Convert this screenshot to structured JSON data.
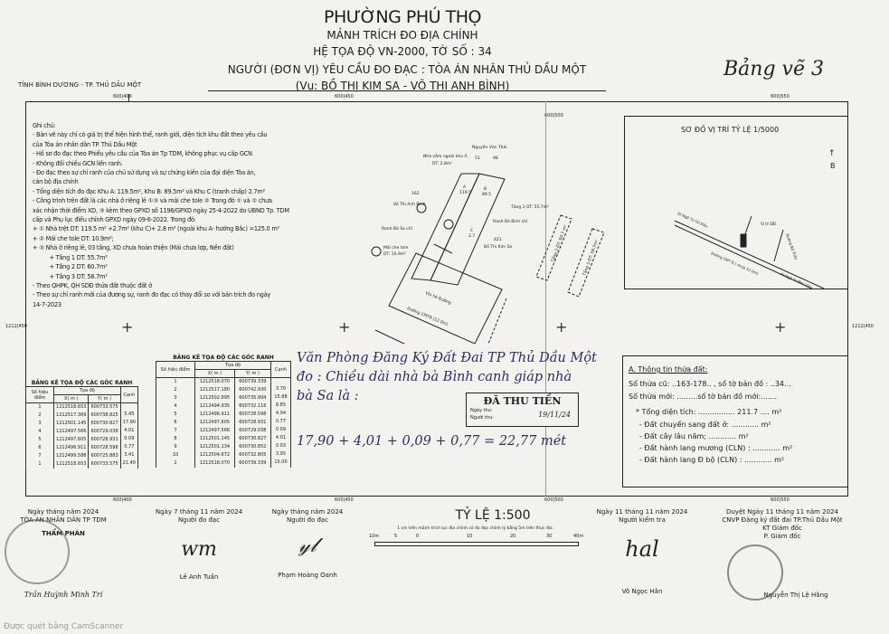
{
  "header": {
    "ward": "PHƯỜNG PHÚ THỌ",
    "doc_type": "MẢNH TRÍCH ĐO ĐỊA CHÍNH",
    "coord_system": "HỆ TỌA ĐỘ VN-2000, TỜ SỐ : 34",
    "requester": "NGƯỜI (ĐƠN VỊ) YÊU CẦU ĐO ĐẠC : TÒA ÁN NHÂN THỦ DẦU MỘT",
    "case": "(Vụ: BỒ THỊ KIM SA - VÕ THỊ ANH BÌNH)",
    "province": "TỈNH BÌNH DƯƠNG   - TP. THỦ DẦU MỘT",
    "handwritten_label": "Bảng vẽ 3"
  },
  "grid": {
    "top": [
      "600|400",
      "600|450",
      "600|500",
      "600|550"
    ],
    "bottom": [
      "600|400",
      "600|450",
      "600|500",
      "600|550"
    ],
    "left": "1212|450",
    "right": "1212|450"
  },
  "notes": {
    "title": "Ghi chú:",
    "lines": [
      "- Bản vẽ này chỉ có giá trị thể hiện hình thể, ranh giới, diện tích khu đất theo yêu cầu",
      "của Tòa án nhân dân TP. Thủ Dầu Một",
      "- Hồ sơ đo đạc theo Phiếu yêu cầu của Tòa án Tp TDM, không phục vụ cấp GCN",
      "- Không đối chiếu GCN liền ranh.",
      "- Đo đạc theo sự chỉ ranh của chủ sử dụng và sự chứng kiến của đại diện Tòa án,",
      "cán bộ địa chính",
      "- Tổng diện tích đo đạc Khu A: 119.5m², Khu B: 89.5m² và Khu C (tranh chấp) 2.7m²",
      "- Công trình trên đất là các nhà ở riêng lẻ ①③ và mái che tole ② Trong đó ① và ② chưa",
      "xác nhận thời điểm XD, ③ kèm theo GPXD số 1196/GPXD ngày 25-4-2022 do UBND Tp. TDM",
      "cấp và Phụ lục điều chỉnh GPXD ngày 09-6-2022. Trong đó:",
      "+ ① Nhà trệt DT: 119.5 m² +2.7m² (khu C)+ 2.8 m² (ngoài khu A- hướng Bắc) =125.0 m²",
      "+ ② Mái che tole DT: 10.9m²;",
      "+ ③ Nhà ở riêng lẻ, 03 tầng, XD chưa hoàn thiện (Mái chưa lợp, Nền đất)",
      "          + Tầng 1 DT: 55.7m²",
      "          + Tầng 2 DT: 60.7m²",
      "          + Tầng 3 DT: 58.7m²",
      "- Theo QHPK, QH SDĐ thửa đất thuộc đất ở",
      "- Theo sự chỉ ranh mới của đương sự, ranh đo đạc có thay đổi so với bản trích đo ngày",
      "14-7-2023"
    ]
  },
  "map": {
    "labels": {
      "neighbor_north": "Nguyễn Văn Thái",
      "parcel_north": "51",
      "parcel_north2": "98",
      "outside_a": "Nhà nằm ngoài khu A",
      "outside_a_area": "DT: 2.8m²",
      "parcel_west": "162",
      "owner_west": "Võ Thị Anh Bình",
      "zone_a": "A",
      "zone_a_area": "119.5",
      "zone_b": "B",
      "zone_b_area": "89.5",
      "zone_c": "C",
      "zone_c_area": "2.7",
      "floor1": "Tầng 1 DT: 55.7m²",
      "ranh_binh": "Ranh Bà Bình chỉ",
      "ranh_sa": "Ranh Bà Sa chỉ",
      "parcel_east": "421",
      "owner_east": "Bồ Thị Kim Sa",
      "roof": "Mái che tole",
      "roof_area": "DT: 10.9m²",
      "sidewalk": "Vỉa hè Đường",
      "road": "Đường CMT8 (12.0m)",
      "floor2": "Tầng 2 DT: 60.7 m²",
      "floor3": "Tầng 3 DT: 58.7m²"
    }
  },
  "location_map": {
    "title": "SƠ ĐỒ VỊ TRÍ TỶ LỆ 1/5000",
    "north": "B",
    "site": "Vị trí ĐĐ",
    "road_main": "Đường CMT 8 ( nhựa 12.0m)",
    "to_west": "Đi Ngã Tư Gò Đậu",
    "to_east": "Đi Ngã Tư Phú Văn",
    "road_side": "Đường Bà Triệu"
  },
  "table_left": {
    "title": "BẢNG KÊ TỌA ĐỘ CÁC GÓC RANH",
    "headers": {
      "point": "Số hiệu điểm",
      "coord": "Tọa độ",
      "x": "X( m )",
      "y": "Y( m )",
      "edge": "Cạnh"
    },
    "rows": [
      [
        "1",
        "1212518.653",
        "600733.575"
      ],
      [
        "2",
        "1212517.369",
        "600738.825"
      ],
      [
        "3",
        "1212501.145",
        "600730.827"
      ],
      [
        "4",
        "1212497.566",
        "600729.038"
      ],
      [
        "5",
        "1212497.605",
        "600728.931"
      ],
      [
        "6",
        "1212496.911",
        "600728.598"
      ],
      [
        "7",
        "1212499.588",
        "600725.883"
      ],
      [
        "1",
        "1212518.653",
        "600733.575"
      ]
    ],
    "edges": [
      "5.45",
      "17.90",
      "4.01",
      "0.09",
      "0.77",
      "3.41",
      "21.40"
    ]
  },
  "table_right": {
    "title": "BẢNG KÊ TỌA ĐỘ CÁC GÓC RANH",
    "headers": {
      "point": "Số hiệu điểm",
      "coord": "Tọa độ",
      "x": "X( m )",
      "y": "Y( m )",
      "edge": "Cạnh"
    },
    "rows": [
      [
        "1",
        "1212518.070",
        "600739.339"
      ],
      [
        "2",
        "1212517.180",
        "600742.930"
      ],
      [
        "3",
        "1212502.895",
        "600735.994"
      ],
      [
        "4",
        "1212494.935",
        "600732.116"
      ],
      [
        "5",
        "1212496.911",
        "600728.598"
      ],
      [
        "6",
        "1212497.605",
        "600728.931"
      ],
      [
        "7",
        "1212497.566",
        "600729.038"
      ],
      [
        "8",
        "1212501.145",
        "600730.827"
      ],
      [
        "9",
        "1212501.134",
        "600730.852"
      ],
      [
        "10",
        "1212504.672",
        "600732.805"
      ],
      [
        "1",
        "1212518.070",
        "600739.339"
      ]
    ],
    "edges": [
      "3.70",
      "15.88",
      "8.85",
      "4.04",
      "0.77",
      "0.09",
      "4.01",
      "0.03",
      "3.95",
      "15.00"
    ]
  },
  "handwritten_note": {
    "line1": "Văn Phòng Đăng Ký Đất Đai TP Thủ Dầu Một",
    "line2": "đo : Chiều dài nhà bà Bình canh giáp nhà",
    "line3": "bà Sa là :",
    "line4": "17,90 + 4,01 + 0,09 + 0,77 = 22,77 mét"
  },
  "stamp_paid": {
    "title": "ĐÃ THU TIỀN",
    "date_label": "Ngày thu:",
    "payer_label": "Người thu:",
    "date_value": "19/11/24"
  },
  "parcel_info": {
    "title": "A. Thông tin thửa đất:",
    "old_parcel_label": "Số thửa cũ:",
    "old_parcel": "163-178",
    "sheet_label": ", số tờ bản đồ :",
    "sheet": "34",
    "new_parcel_label": "Số thửa mới:",
    "new_sheet_label": "số tờ bản đồ mới:",
    "total_label": "* Tổng diện tích:",
    "total": "211.7",
    "unit": "m²",
    "items": [
      "- Đất chuyển sang đất ở:",
      "- Đất cây lâu năm;",
      "- Đất hành lang mương (CLN) :",
      "- Đất hành lang Đ bộ (CLN) :"
    ]
  },
  "scale": {
    "title": "TỶ LỆ 1:500",
    "note": "1 cm trên mảnh trích lục địa chính có đo đạc chỉnh lý bằng 5m trên thực địa",
    "ticks": [
      "10m",
      "5",
      "0",
      "10",
      "20",
      "30",
      "40m"
    ]
  },
  "signatures": [
    {
      "date": "Ngày    tháng    năm 2024",
      "role": "TÒA ÁN NHÂN DÂN TP TDM",
      "role2": "THẨM PHÁN",
      "name": "Trần Huỳnh Minh Trí"
    },
    {
      "date": "Ngày 7 tháng 11 năm 2024",
      "role": "Người đo đạc",
      "name": "Lê Anh Tuấn"
    },
    {
      "date": "Ngày    tháng    năm 2024",
      "role": "Người đo đạc",
      "name": "Phạm Hoàng Oanh"
    },
    {
      "date": "Ngày 11 tháng 11 năm 2024",
      "role": "Người kiểm tra",
      "name": "Võ Ngọc Hân"
    },
    {
      "date": "Duyệt Ngày 11 tháng 11 năm 2024",
      "role": "CNVP Đăng ký đất đai TP.Thủ Dầu Một",
      "role2": "KT Giám đốc",
      "role3": "P. Giám đốc",
      "name": "Nguyễn Thị Lệ Hằng"
    }
  ],
  "watermark": "Được quét bằng CamScanner",
  "colors": {
    "paper": "#f3f2ee",
    "ink": "#1b1b1b",
    "pen": "#2a2f6a"
  }
}
